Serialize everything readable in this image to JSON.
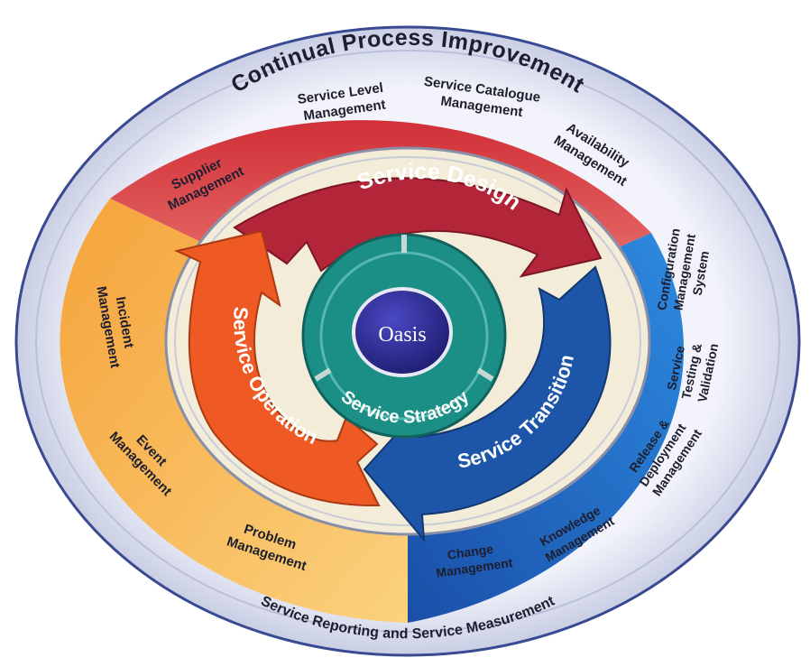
{
  "outer_ring": {
    "top_label": "Continual Process Improvement",
    "bottom_label": "Service Reporting and Service Measurement"
  },
  "design_band": {
    "items": [
      [
        "Supplier",
        "Management"
      ],
      [
        "Service Level",
        "Management"
      ],
      [
        "Service Catalogue",
        "Management"
      ],
      [
        "Availability",
        "Management"
      ]
    ]
  },
  "operation_band": {
    "items": [
      [
        "Incident",
        "Management"
      ],
      [
        "Event",
        "Management"
      ],
      [
        "Problem",
        "Management"
      ]
    ]
  },
  "transition_band": {
    "items": [
      [
        "Configuration",
        "Management",
        "System"
      ],
      [
        "Service",
        "Testing &",
        "Validation"
      ],
      [
        "Release &",
        "Deployment",
        "Management"
      ],
      [
        "Knowledge",
        "Management"
      ],
      [
        "Change",
        "Management"
      ]
    ]
  },
  "arrows": {
    "design": "Service Design",
    "transition": "Service Transition",
    "operation": "Service Operation"
  },
  "core": {
    "strategy": "Service Strategy",
    "center": "Oasis"
  },
  "colors": {
    "outer_ring": "#dfe3f0",
    "design_band": "#d9453f",
    "operation_band": "#f39a2c",
    "transition_band": "#1f6fc4",
    "design_arrow": "#b3263a",
    "transition_arrow": "#1d55a8",
    "operation_arrow": "#ef5a24",
    "strategy_ring": "#1b8f86",
    "center": "#2b2a8c"
  }
}
